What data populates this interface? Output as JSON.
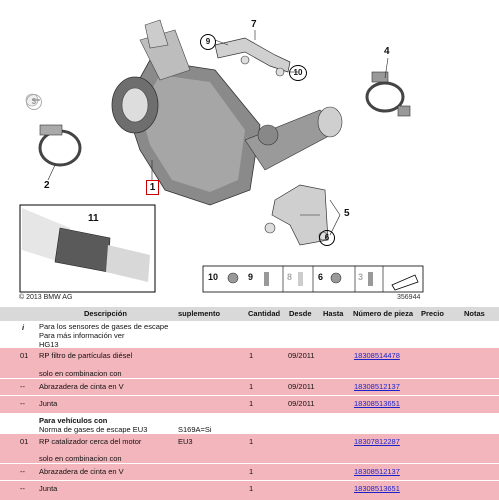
{
  "diagram": {
    "callouts": [
      "7",
      "9",
      "10",
      "4",
      "3",
      "2",
      "1",
      "11",
      "5",
      "6"
    ],
    "legend_labels": [
      "10",
      "9",
      "8",
      "6",
      "3"
    ],
    "copyright": "© 2013 BMW AG",
    "ref_number": "356944"
  },
  "table": {
    "headers": {
      "idx": "",
      "desc": "Descripción",
      "supl": "suplemento",
      "cant": "Cantidad",
      "desde": "Desde",
      "hasta": "Hasta",
      "num": "Número de pieza",
      "precio": "Precio",
      "notas": "Notas"
    },
    "info": {
      "idx": "i",
      "lines": [
        "Para los sensores de gases de escape",
        "Para más información ver",
        "HG13"
      ]
    },
    "rows": [
      {
        "idx": "01",
        "desc": "RP filtro de partículas diésel",
        "supl": "",
        "cant": "1",
        "desde": "09/2011",
        "num": "18308514478"
      },
      {
        "idx": "",
        "desc": "solo en combinacion con",
        "supl": "",
        "cant": "",
        "desde": "",
        "num": ""
      },
      {
        "idx": "--",
        "desc": "Abrazadera de cinta en V",
        "supl": "",
        "cant": "1",
        "desde": "09/2011",
        "num": "18308512137"
      },
      {
        "idx": "--",
        "desc": "Junta",
        "supl": "",
        "cant": "1",
        "desde": "09/2011",
        "num": "18308513651"
      }
    ],
    "group2": {
      "title": "Para vehículos con",
      "line2": "Norma de gases de escape EU3",
      "supl": "S169A=Si"
    },
    "rows2": [
      {
        "idx": "01",
        "desc": "RP catalizador cerca del motor",
        "supl": "EU3",
        "cant": "1",
        "desde": "",
        "num": "18307812287"
      },
      {
        "idx": "",
        "desc": "solo en combinacion con",
        "supl": "",
        "cant": "",
        "desde": "",
        "num": ""
      },
      {
        "idx": "--",
        "desc": "Abrazadera de cinta en V",
        "supl": "",
        "cant": "1",
        "desde": "",
        "num": "18308512137"
      },
      {
        "idx": "--",
        "desc": "Junta",
        "supl": "",
        "cant": "1",
        "desde": "",
        "num": "18308513651"
      }
    ]
  }
}
